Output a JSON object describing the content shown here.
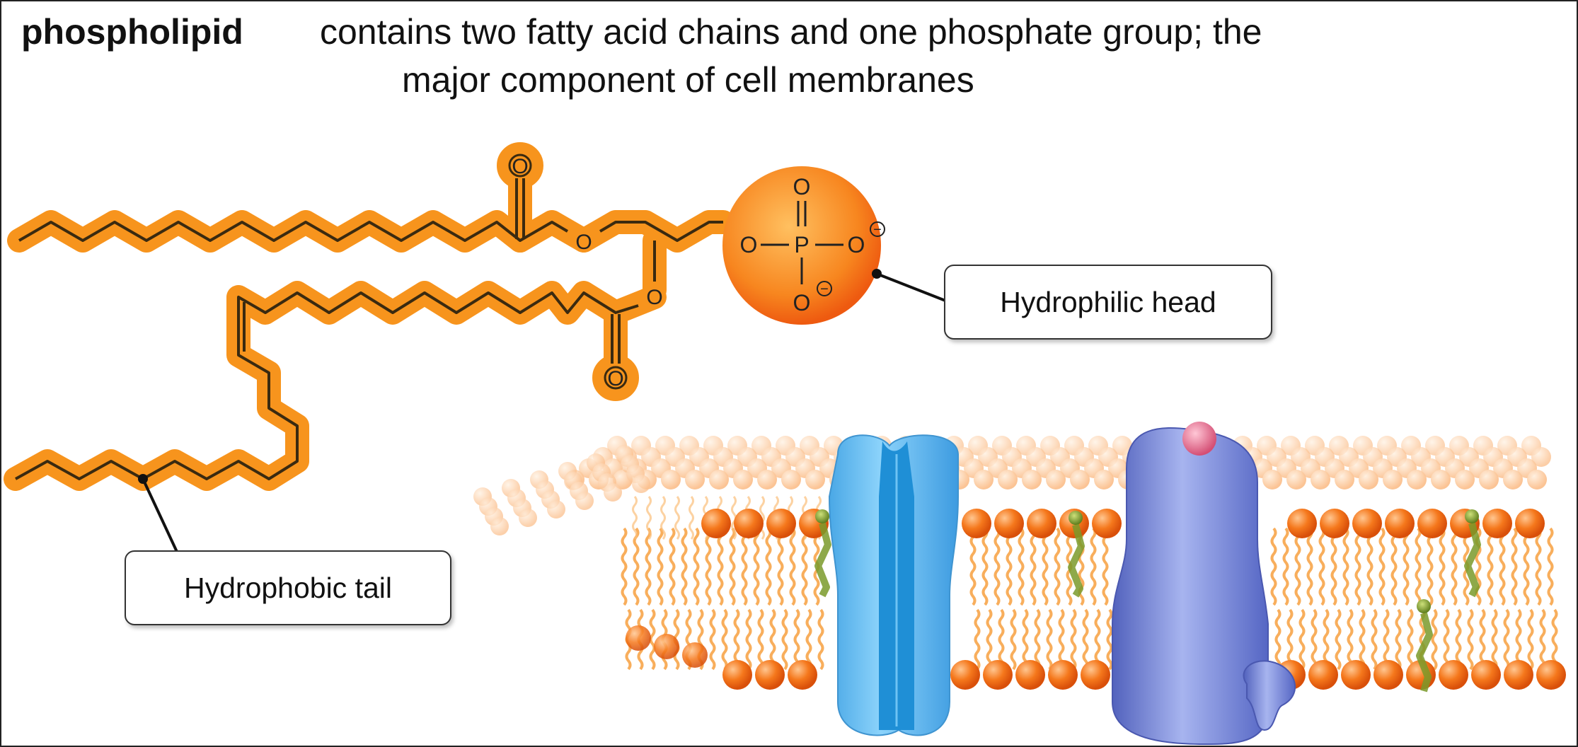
{
  "header": {
    "term": "phospholipid",
    "definition_line1": "contains two fatty acid chains and one phosphate group; the",
    "definition_line2": "major component of cell membranes"
  },
  "labels": {
    "head": "Hydrophilic head",
    "tail": "Hydrophobic tail"
  },
  "chemistry": {
    "phosphate": {
      "top_o": "O",
      "left_o": "O",
      "p": "P",
      "right_o": "O",
      "bottom_o": "O",
      "charge": "−"
    },
    "ester_carbonyl_o": "O",
    "ester_oxygen": "O"
  },
  "colors": {
    "chain_halo": "#f7941d",
    "chain_line": "#3a2a10",
    "head_center": "#ffb347",
    "head_edge": "#f26a10",
    "lipid_head": "#f57c1f",
    "lipid_tail": "#f7a040",
    "channel_protein": "#5bb8ee",
    "channel_core": "#1f8fd6",
    "integral_protein": "#6f7fd0",
    "glycan_tip": "#e56b8a",
    "cholesterol": "#7a9a2a"
  }
}
